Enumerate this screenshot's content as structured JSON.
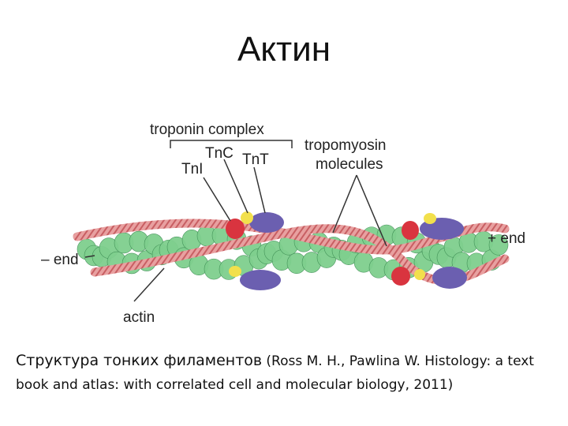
{
  "title": "Актин",
  "diagram": {
    "labels": {
      "troponin_complex": "troponin complex",
      "tni": "TnI",
      "tnc": "TnC",
      "tnt": "TnT",
      "tropomyosin_line1": "tropomyosin",
      "tropomyosin_line2": "molecules",
      "minus_end": "– end",
      "plus_end": "+ end",
      "actin": "actin"
    },
    "colors": {
      "actin_monomer": "#7fcf8e",
      "actin_outline": "#3f8f55",
      "tropomyosin": "#e8a0a0",
      "tropomyosin_stripe": "#c85f63",
      "tni": "#d9343f",
      "tnc": "#f2e04c",
      "tnt": "#6b5fb0"
    }
  },
  "caption": {
    "main": "Структура тонких филаментов",
    "reference": "(Ross M. H., Pawlina W. Histology: a text book and atlas: with correlated cell and molecular biology, 2011)"
  }
}
